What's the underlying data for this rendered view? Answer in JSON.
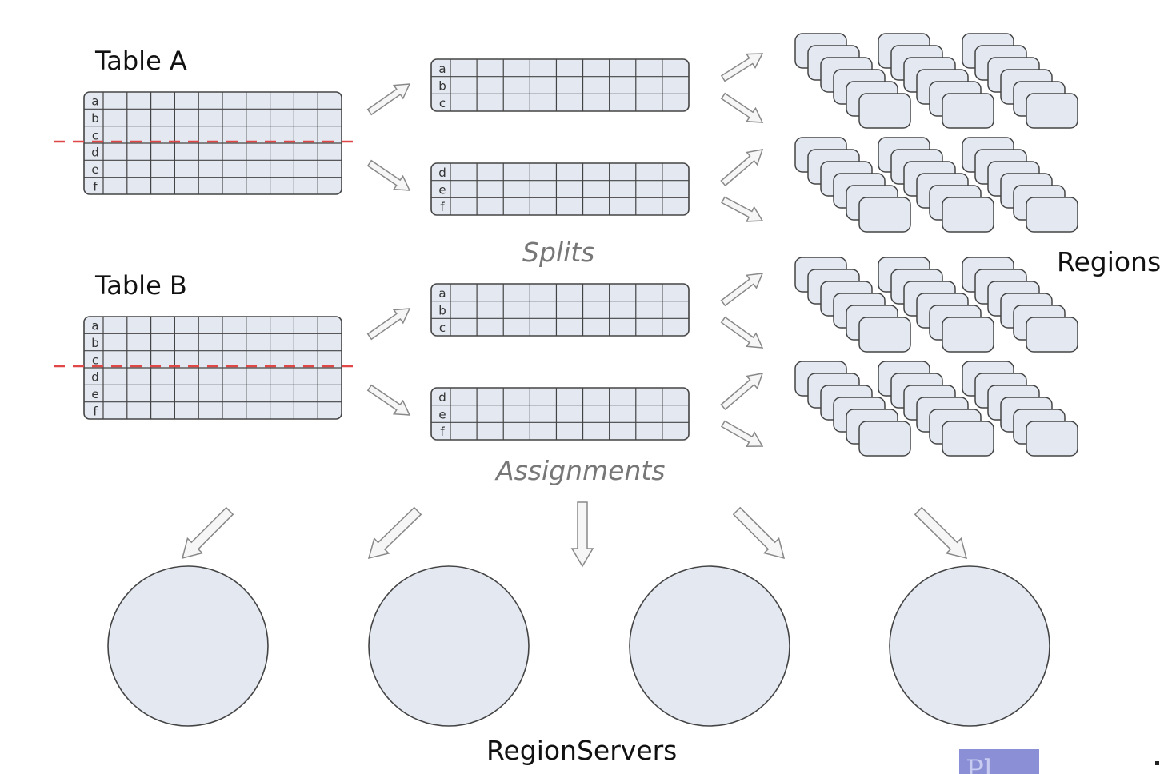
{
  "tables": [
    {
      "title": "Table A",
      "rows": [
        "a",
        "b",
        "c",
        "d",
        "e",
        "f"
      ]
    },
    {
      "title": "Table B",
      "rows": [
        "a",
        "b",
        "c",
        "d",
        "e",
        "f"
      ]
    }
  ],
  "splits": {
    "label": "Splits",
    "blocks": [
      [
        "a",
        "b",
        "c"
      ],
      [
        "d",
        "e",
        "f"
      ],
      [
        "a",
        "b",
        "c"
      ],
      [
        "d",
        "e",
        "f"
      ]
    ]
  },
  "assignments_label": "Assignments",
  "regions_label": "Regions",
  "regionservers_label": "RegionServers",
  "region_servers_count": 4,
  "badge_text": "Pl",
  "colors": {
    "fill": "#e3e8f1",
    "stroke": "#444444",
    "split_line": "#e04848",
    "arrow_fill": "#f6f6f6",
    "arrow_stroke": "#888888"
  }
}
